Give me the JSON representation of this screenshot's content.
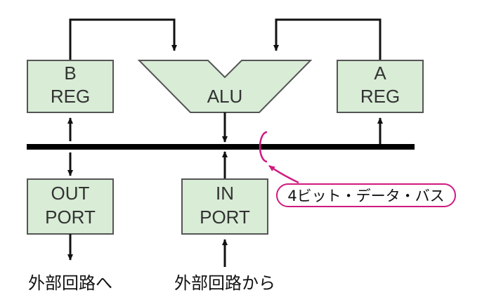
{
  "blocks": {
    "b_reg": {
      "line1": "B",
      "line2": "REG"
    },
    "alu": {
      "label": "ALU"
    },
    "a_reg": {
      "line1": "A",
      "line2": "REG"
    },
    "out_port": {
      "line1": "OUT",
      "line2": "PORT"
    },
    "in_port": {
      "line1": "IN",
      "line2": "PORT"
    }
  },
  "bus_callout": "4ビット・データ・バス",
  "captions": {
    "to_external": "外部回路へ",
    "from_external": "外部回路から"
  },
  "colors": {
    "block_fill": "#d8ecd6",
    "block_stroke": "#555555",
    "callout": "#d01a7e",
    "bus": "#000000"
  }
}
